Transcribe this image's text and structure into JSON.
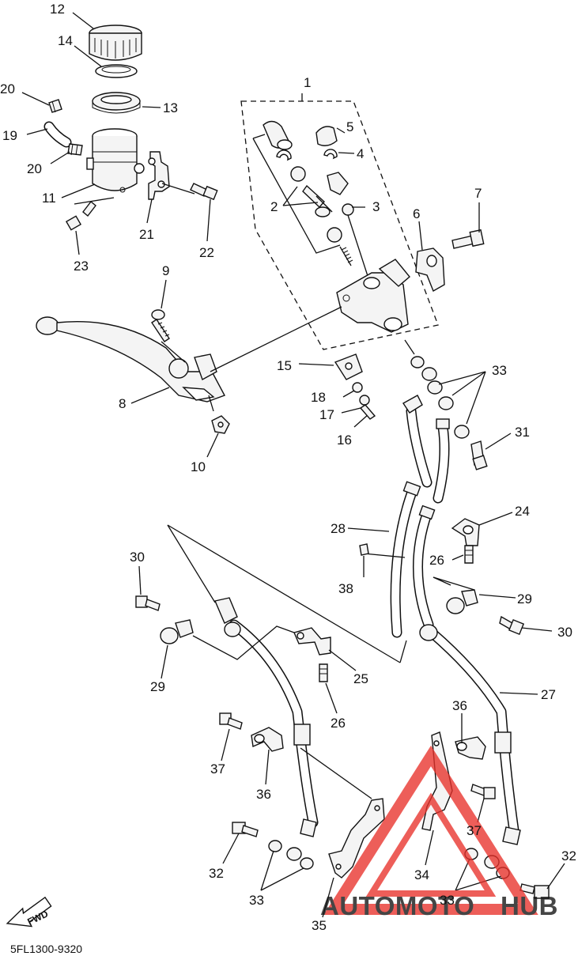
{
  "diagram": {
    "part_code": "5FL1300-9320",
    "fwd_label": "FWD",
    "watermark": {
      "word_a": "AUTOMOTO",
      "word_b": "HUB",
      "color_a": "#f5a623",
      "color_b": "#555555",
      "triangle_color": "#e8322b"
    },
    "parts": {
      "p1": "1",
      "p2": "2",
      "p3": "3",
      "p4": "4",
      "p5": "5",
      "p6": "6",
      "p7": "7",
      "p8": "8",
      "p9": "9",
      "p10": "10",
      "p11": "11",
      "p12": "12",
      "p13": "13",
      "p14": "14",
      "p15": "15",
      "p16": "16",
      "p17": "17",
      "p18": "18",
      "p19": "19",
      "p20a": "20",
      "p20b": "20",
      "p21": "21",
      "p22": "22",
      "p23": "23",
      "p24": "24",
      "p25": "25",
      "p26a": "26",
      "p26b": "26",
      "p27": "27",
      "p28": "28",
      "p29a": "29",
      "p29b": "29",
      "p30a": "30",
      "p30b": "30",
      "p31": "31",
      "p32a": "32",
      "p32b": "32",
      "p33a": "33",
      "p33b": "33",
      "p33c": "33",
      "p34": "34",
      "p35": "35",
      "p36a": "36",
      "p36b": "36",
      "p37a": "37",
      "p37b": "37",
      "p38": "38"
    }
  }
}
